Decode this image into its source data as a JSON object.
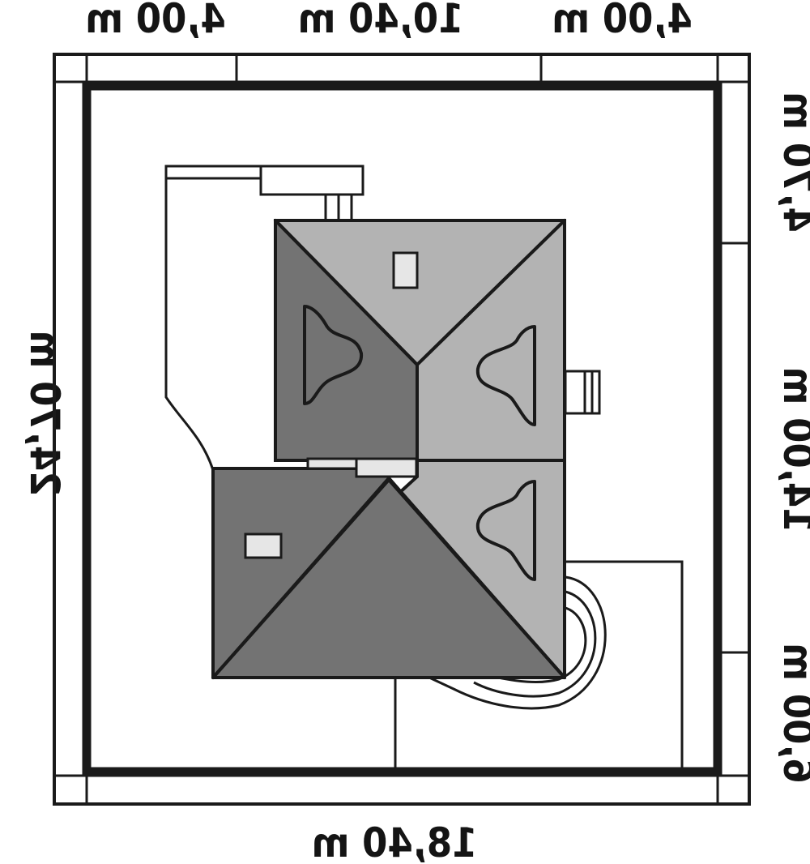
{
  "dimensions": {
    "top": [
      "4,00 m",
      "10,40 m",
      "4,00 m"
    ],
    "bottom": "18,40 m",
    "left": "24,70 m",
    "right": [
      "4,70 m",
      "14,00 m",
      "6,00 m"
    ]
  },
  "colors": {
    "background": "#ffffff",
    "line": "#1a1a1a",
    "roof_light": "#b3b3b3",
    "roof_dark": "#737373",
    "skylight": "#e6e6e6"
  }
}
